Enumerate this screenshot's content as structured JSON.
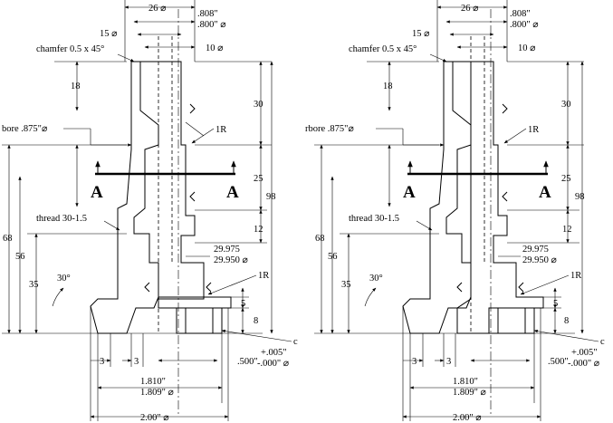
{
  "labels": {
    "dia_26": "26 ⌀",
    "dia_808": ".808\"",
    "dia_800": ".800\" ⌀",
    "dia_15": "15 ⌀",
    "dia_10": "10 ⌀",
    "chamfer": "chamfer 0.5 x 45°",
    "bore_left": "bore .875\"⌀",
    "bore_right": "rbore .875\"⌀",
    "rad_1R": "1R",
    "section_mark": "A",
    "thread": "thread 30-1.5",
    "ang_30": "30°",
    "dim_18": "18",
    "dim_30": "30",
    "dim_25": "25",
    "dim_98": "98",
    "dim_12": "12",
    "dim_68": "68",
    "dim_56": "56",
    "dim_35": "35",
    "dim_5": "5",
    "dim_8": "8",
    "dim_3": "3",
    "dia_29975": "29.975",
    "dia_29950": "29.950 ⌀",
    "edge_c": "c",
    "tol_plus": "+.005\"",
    "tol_minus": "-.000\" ⌀",
    "dia_500": ".500\"",
    "dia_1810": "1.810\"",
    "dia_1809": "1.809\" ⌀",
    "dia_2000": "2.00\" ⌀"
  },
  "colors": {
    "line": "#000000",
    "background": "#ffffff",
    "fill_dark": "#8c8c8c",
    "fill_light": "#efefef"
  }
}
